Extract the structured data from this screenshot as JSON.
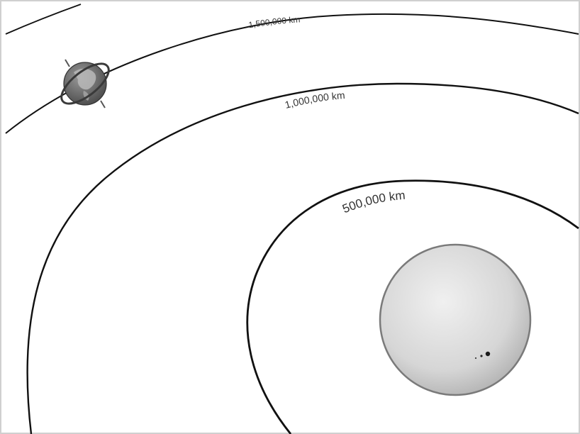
{
  "orbit_labels": {
    "inner": "500,000 km",
    "middle": "1,000,000 km",
    "outer": "1,500,000 km"
  },
  "colors": {
    "orbit_line": "#111111",
    "label_text": "#333333",
    "sun_fill": "#dcdcdc",
    "sun_edge": "#7a7a7a",
    "earth_ocean": "#6d6d6d",
    "earth_land": "#b8b8b8",
    "satellite_ring": "#3a3a3a"
  },
  "icons": {
    "sun": "sun-icon",
    "earth": "earth-globe-icon",
    "satellite": "satellite-icon",
    "sunspot": "sunspot-icon"
  }
}
